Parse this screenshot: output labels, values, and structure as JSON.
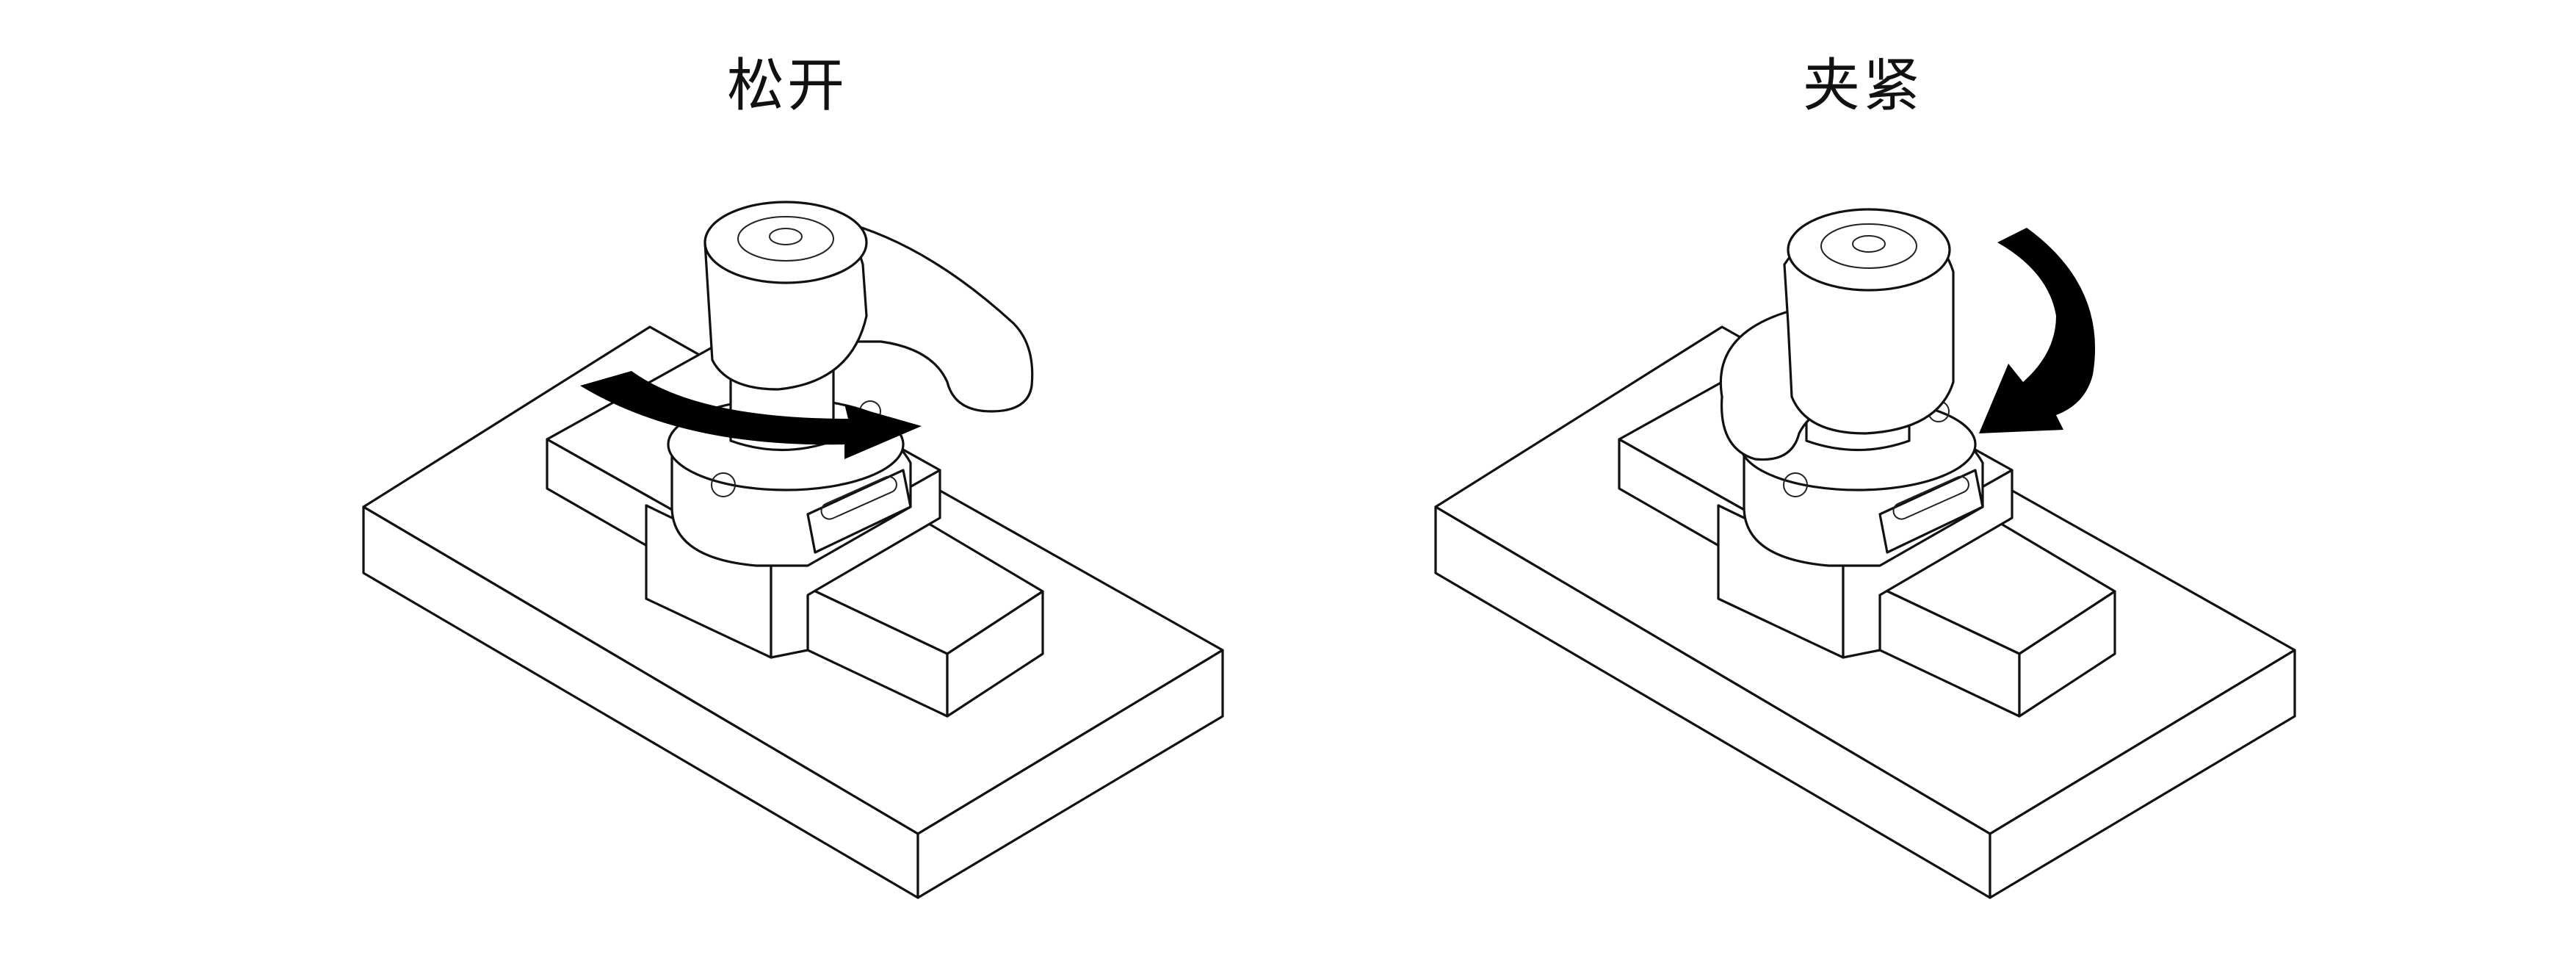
{
  "panels": [
    {
      "title": "松开",
      "state": "released",
      "arrow_icon": "curved-arrow-rotate-icon"
    },
    {
      "title": "夹紧",
      "state": "clamped",
      "arrow_icon": "curved-arrow-down-icon"
    }
  ],
  "brand_plate_text": "",
  "colors": {
    "line": "#111111",
    "background": "#ffffff",
    "arrow": "#000000"
  }
}
